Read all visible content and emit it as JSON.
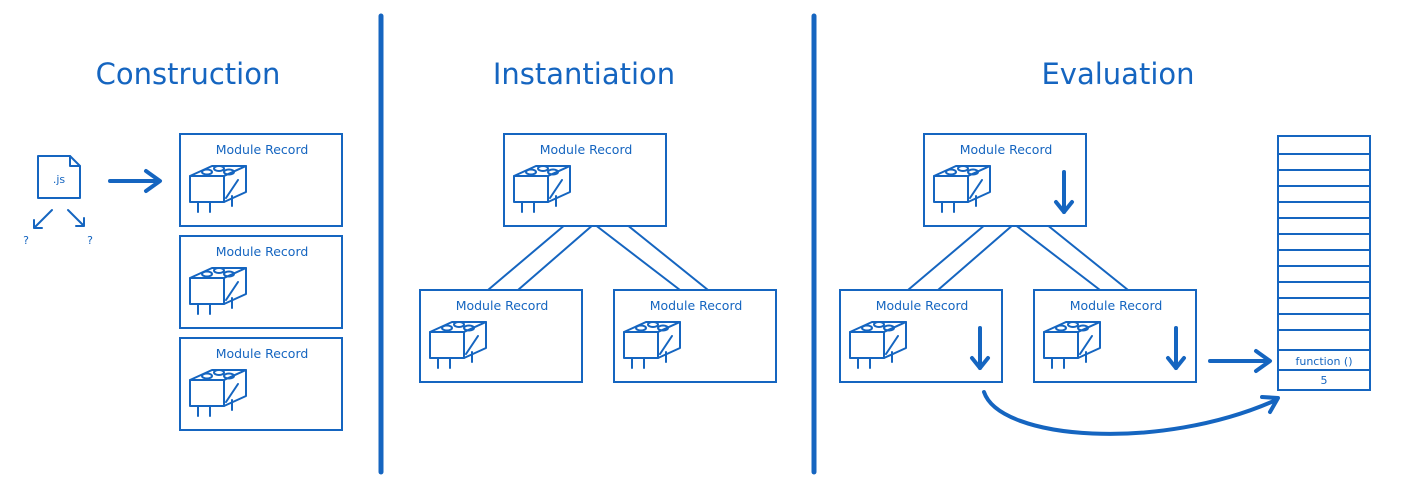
{
  "sections": {
    "construction": {
      "title": "Construction"
    },
    "instantiation": {
      "title": "Instantiation"
    },
    "evaluation": {
      "title": "Evaluation"
    }
  },
  "module_record_label": "Module Record",
  "file": {
    "label": ".js",
    "unknown_mark": "?"
  },
  "memory": {
    "function_cell": "function ()",
    "value_cell": "5"
  },
  "colors": {
    "ink": "#1565c0",
    "background": "#ffffff"
  }
}
